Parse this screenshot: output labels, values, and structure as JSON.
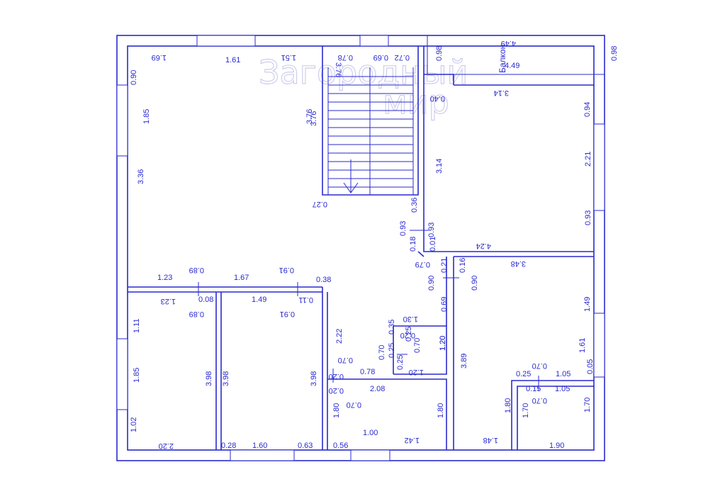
{
  "watermark": {
    "line1": "Загородный",
    "line2": "мир"
  },
  "balcony": {
    "label": "Балкон",
    "dim_top": "4.49",
    "dim_bottom": "4.49",
    "dim_side": "0.98",
    "dim_right": "0.98"
  },
  "stair": {
    "dims": [
      "3.76",
      "3.76",
      "0.78",
      "0.69",
      "0.72",
      "0.27",
      "0.40"
    ]
  },
  "dims": [
    "1.69",
    "1.61",
    "1.51",
    "0.90",
    "1.85",
    "3.36",
    "3.76",
    "0.89",
    "1.23",
    "1.67",
    "0.91",
    "0.38",
    "1.23",
    "0.08",
    "0.89",
    "1.49",
    "0.11",
    "0.91",
    "1.11",
    "1.85",
    "3.98",
    "1.02",
    "2.20",
    "3.98",
    "1.60",
    "0.28",
    "0.63",
    "3.98",
    "2.22",
    "0.70",
    "0.20",
    "0.78",
    "0.20",
    "2.08",
    "0.70",
    "1.80",
    "0.56",
    "1.00",
    "1.42",
    "1.80",
    "0.35",
    "0.25",
    "0.70",
    "0.25",
    "0.25",
    "0.70",
    "0.20",
    "1.30",
    "1.20",
    "1.20",
    "1.20",
    "3.14",
    "0.94",
    "2.21",
    "3.14",
    "0.93",
    "4.24",
    "0.93",
    "0.36",
    "0.93",
    "0.01",
    "0.18",
    "0.79",
    "0.21",
    "0.16",
    "3.48",
    "0.90",
    "0.90",
    "0.69",
    "1.49",
    "1.61",
    "3.89",
    "0.25",
    "0.70",
    "1.05",
    "0.05",
    "0.15",
    "0.70",
    "1.05",
    "1.80",
    "1.70",
    "1.70",
    "1.48",
    "1.90"
  ]
}
